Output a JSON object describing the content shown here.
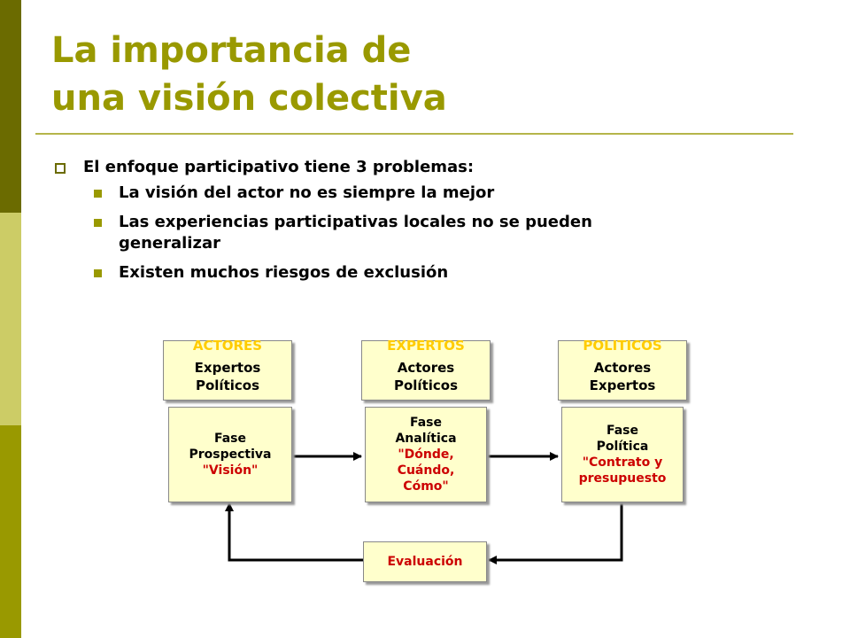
{
  "title": {
    "line1": "La importancia de",
    "line2": "una visión colectiva"
  },
  "bullets": {
    "main": "El enfoque participativo tiene 3 problemas:",
    "subs": [
      "La visión del actor no es siempre la mejor",
      "Las experiencias participativas locales no se pueden generalizar",
      "Existen muchos riesgos de exclusión"
    ]
  },
  "diagram": {
    "roles": [
      {
        "head": "ACTORES",
        "line1": "Expertos",
        "line2": "Políticos"
      },
      {
        "head": "EXPERTOS",
        "line1": "Actores",
        "line2": "Políticos"
      },
      {
        "head": "POLITICOS",
        "line1": "Actores",
        "line2": "Expertos"
      }
    ],
    "phases": [
      {
        "line1": "Fase",
        "line2": "Prospectiva",
        "highlight": [
          "\"Visión\""
        ]
      },
      {
        "line1": "Fase",
        "line2": "Analítica",
        "highlight": [
          "\"Dónde,",
          "Cuándo,",
          "Cómo\""
        ]
      },
      {
        "line1": "Fase",
        "line2": "Política",
        "highlight": [
          "\"Contrato y",
          "presupuesto"
        ]
      }
    ],
    "evaluation": "Evaluación"
  },
  "colors": {
    "accent": "#999900",
    "dark_accent": "#6b6b00",
    "box_fill": "#ffffcc",
    "role_header": "#ffcc00",
    "highlight_text": "#cc0000"
  }
}
